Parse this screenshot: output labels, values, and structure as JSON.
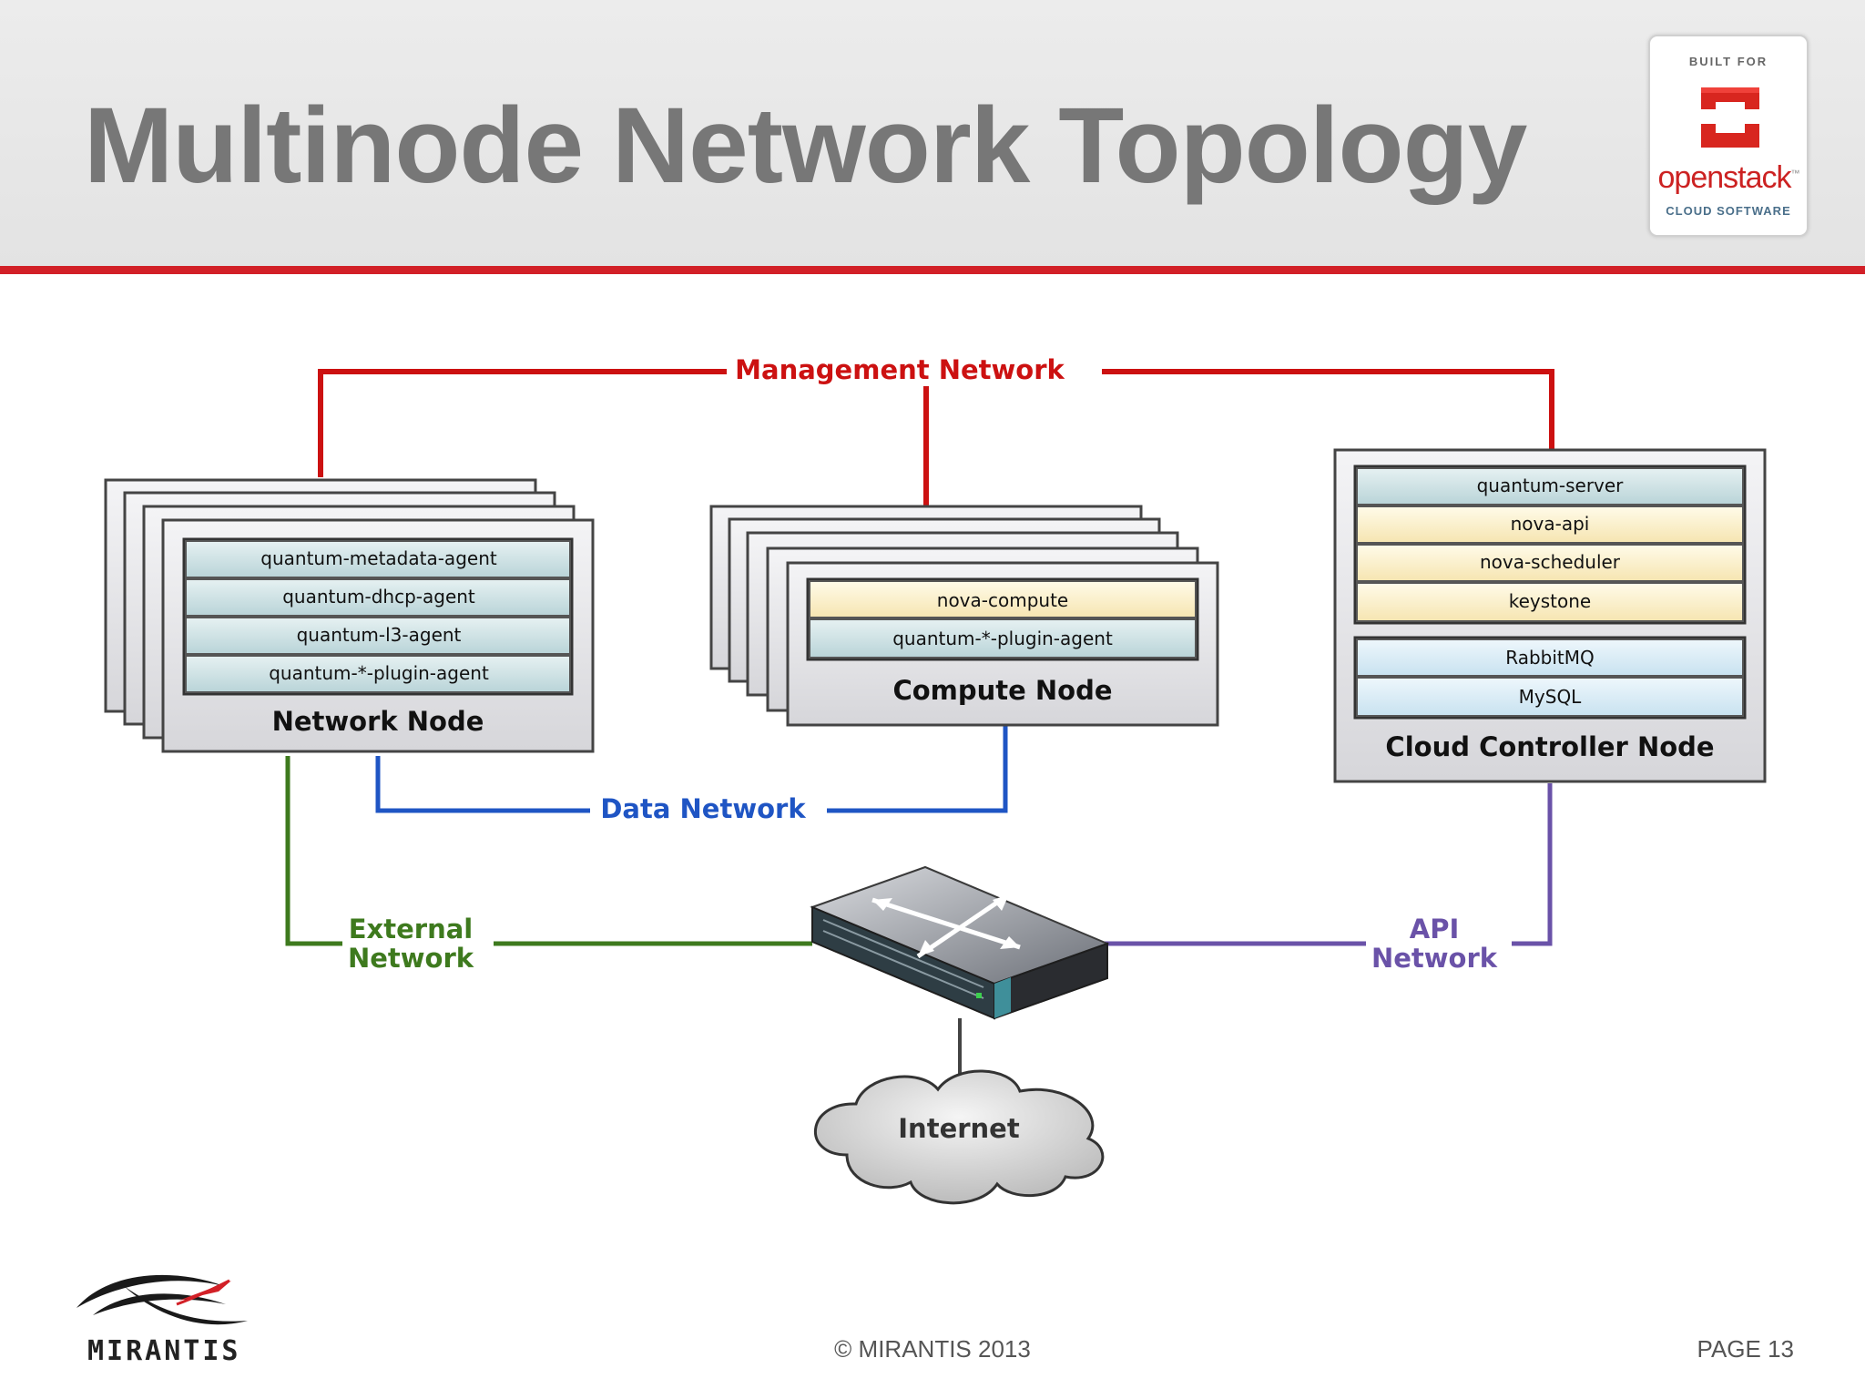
{
  "slide": {
    "title": "Multinode Network Topology"
  },
  "openstack_logo": {
    "built_for": "BUILT FOR",
    "wordmark": "openstack",
    "tm": "™",
    "subtitle": "CLOUD SOFTWARE"
  },
  "networks": {
    "management": "Management Network",
    "data": "Data Network",
    "external_line1": "External",
    "external_line2": "Network",
    "api_line1": "API",
    "api_line2": "Network"
  },
  "nodes": {
    "network": {
      "label": "Network Node",
      "services": [
        "quantum-metadata-agent",
        "quantum-dhcp-agent",
        "quantum-l3-agent",
        "quantum-*-plugin-agent"
      ]
    },
    "compute": {
      "label": "Compute Node",
      "services": [
        "nova-compute",
        "quantum-*-plugin-agent"
      ]
    },
    "controller": {
      "label": "Cloud Controller Node",
      "services": [
        "quantum-server",
        "nova-api",
        "nova-scheduler",
        "keystone"
      ],
      "infra": [
        "RabbitMQ",
        "MySQL"
      ]
    }
  },
  "internet": "Internet",
  "footer": {
    "copyright": "© MIRANTIS 2013",
    "page": "PAGE 13",
    "company": "MIRANTIS"
  },
  "colors": {
    "management": "#cc1111",
    "data": "#1f55c4",
    "external": "#3e7a1e",
    "api": "#6a52a8",
    "quantum_row": "#cfe3e6",
    "nova_row": "#fbf1cf",
    "infra_row": "#d9ecf6"
  }
}
